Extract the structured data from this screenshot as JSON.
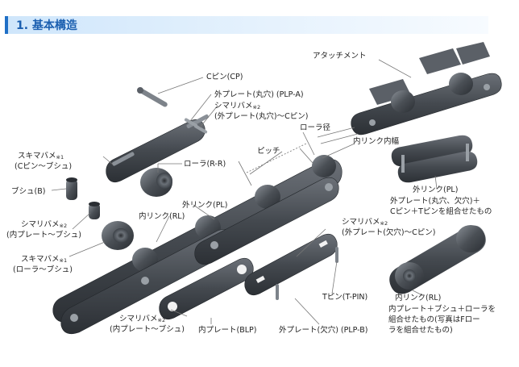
{
  "section_title": "1. 基本構造",
  "labels": {
    "c_pin": "Cピン(CP)",
    "outer_plate_round": "外プレート(丸穴) (PLP-A)",
    "shimari_1a": "シマリバメ",
    "shimari_1a_note": "※2",
    "shimari_1b": "(外プレート(丸穴)～Cピン)",
    "roller_diameter": "ローラ径",
    "pitch": "ピッチ",
    "inner_link_width": "内リンク内幅",
    "sukima_1a": "スキマバメ",
    "sukima_1a_note": "※1",
    "sukima_1b": "(Cピン～ブシュ)",
    "roller": "ローラ(R-R)",
    "bush": "ブシュ(B)",
    "outer_link": "外リンク(PL)",
    "shimari_2a": "シマリバメ",
    "shimari_2a_note": "※2",
    "shimari_2b": "(内プレート～ブシュ)",
    "inner_link": "内リンク(RL)",
    "sukima_2a": "スキマバメ",
    "sukima_2a_note": "※1",
    "sukima_2b": "(ローラ～ブシュ)",
    "attachment": "アタッチメント",
    "outer_link_right": "外リンク(PL)",
    "outer_link_desc_1": "外プレート(丸穴、欠穴)＋",
    "outer_link_desc_2": "Cピン＋Tピンを組合せたもの",
    "shimari_3a": "シマリバメ",
    "shimari_3a_note": "※2",
    "shimari_3b": "(外プレート(欠穴)～Cピン)",
    "t_pin": "Tピン(T-PIN)",
    "inner_link_right": "内リンク(RL)",
    "inner_link_desc_1": "内プレート＋ブシュ＋ローラを",
    "inner_link_desc_2": "組合せたもの(写真はFロー",
    "inner_link_desc_3": "ラを組合せたもの)",
    "shimari_4a": "シマリバメ",
    "shimari_4a_note": "※2",
    "shimari_4b": "(内プレート～ブシュ)",
    "inner_plate": "内プレート(BLP)",
    "outer_plate_cut": "外プレート(欠穴) (PLP-B)"
  },
  "colors": {
    "accent": "#1f6fc6",
    "part_dark": "#3b3f45",
    "part_mid": "#5b6067",
    "part_light": "#8a9097",
    "leader": "#777777"
  }
}
